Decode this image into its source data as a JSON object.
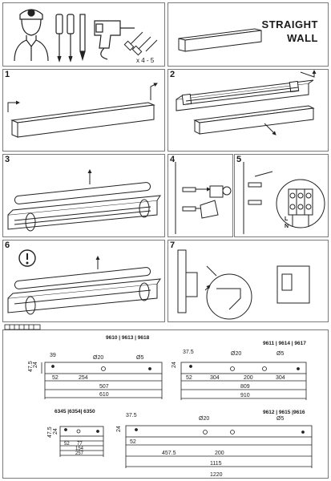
{
  "header": {
    "title_line1": "STRAIGHT",
    "title_line2": "WALL",
    "screw_qty": "x 4 - 5"
  },
  "steps": [
    "1",
    "2",
    "3",
    "4",
    "5",
    "6",
    "7"
  ],
  "wiring_labels": {
    "l": "L",
    "n": "N"
  },
  "drawings": [
    {
      "models": "9610 | 9613 | 9618",
      "dims": {
        "d1": "39",
        "d2": "Ø20",
        "d3": "Ø5",
        "d4": "24",
        "d5": "47.5",
        "d6": "52",
        "d7": "254",
        "d8": "507",
        "d9": "610"
      }
    },
    {
      "models": "9611 | 9614 | 9617",
      "dims": {
        "d1": "37.5",
        "d2": "Ø20",
        "d3": "Ø5",
        "d4": "24",
        "d5": "52",
        "d6": "304",
        "d7": "200",
        "d8": "304",
        "d9": "809",
        "d10": "910"
      }
    },
    {
      "models": "6345 |6354| 6350",
      "dims": {
        "d1": "47.5",
        "d2": "24",
        "d3": "52",
        "d4": "77",
        "d5": "154",
        "d6": "257"
      }
    },
    {
      "models": "9612 | 9615 |9616",
      "dims": {
        "d1": "37.5",
        "d2": "Ø20",
        "d3": "Ø5",
        "d4": "24",
        "d5": "52",
        "d6": "457.5",
        "d7": "200",
        "d8": "1115",
        "d9": "1220"
      }
    }
  ]
}
